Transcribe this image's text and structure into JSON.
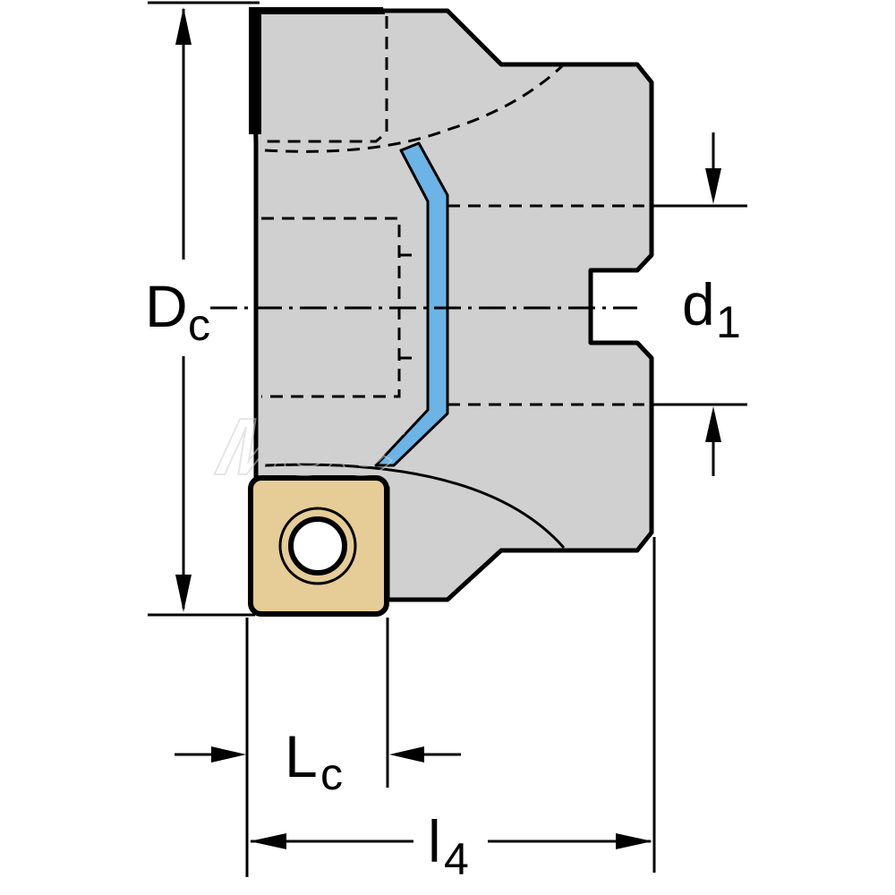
{
  "labels": {
    "dc": {
      "main": "D",
      "sub": "c"
    },
    "d1": {
      "main": "d",
      "sub": "1"
    },
    "lc": {
      "main": "L",
      "sub": "c"
    },
    "l4": {
      "main": "l",
      "sub": "4"
    }
  },
  "watermark": "MSC",
  "colors": {
    "body": "#d0d0d0",
    "outline": "#000000",
    "coolant": "#6cb4e6",
    "insert": "#e6cc96",
    "dashed": "#000000"
  }
}
